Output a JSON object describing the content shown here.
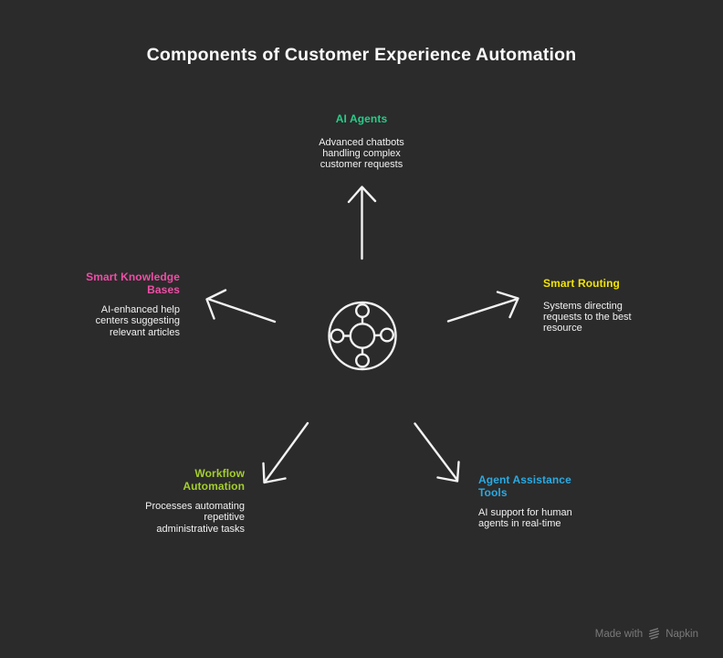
{
  "title": "Components of Customer Experience Automation",
  "background_color": "#2b2b2b",
  "line_color": "#f2f2f2",
  "center": {
    "icon": "hub-network-icon"
  },
  "nodes": [
    {
      "id": "ai-agents",
      "label": "AI Agents",
      "description": "Advanced chatbots\nhandling complex\ncustomer requests",
      "color": "#28cc88",
      "position": "top"
    },
    {
      "id": "smart-routing",
      "label": "Smart Routing",
      "description": "Systems directing\nrequests to the best\nresource",
      "color": "#f1e306",
      "position": "right"
    },
    {
      "id": "agent-assistance-tools",
      "label": "Agent Assistance\nTools",
      "description": "AI support for human\nagents in real-time",
      "color": "#2aaae2",
      "position": "bottom-right"
    },
    {
      "id": "workflow-automation",
      "label": "Workflow\nAutomation",
      "description": "Processes automating\nrepetitive\nadministrative tasks",
      "color": "#a4ce2c",
      "position": "bottom-left"
    },
    {
      "id": "smart-knowledge-bases",
      "label": "Smart Knowledge\nBases",
      "description": "AI-enhanced help\ncenters suggesting\nrelevant articles",
      "color": "#ee4ea6",
      "position": "left"
    }
  ],
  "watermark": {
    "text_prefix": "Made with",
    "brand": "Napkin",
    "icon": "napkin-logo-icon",
    "color": "#7a7a7a"
  }
}
